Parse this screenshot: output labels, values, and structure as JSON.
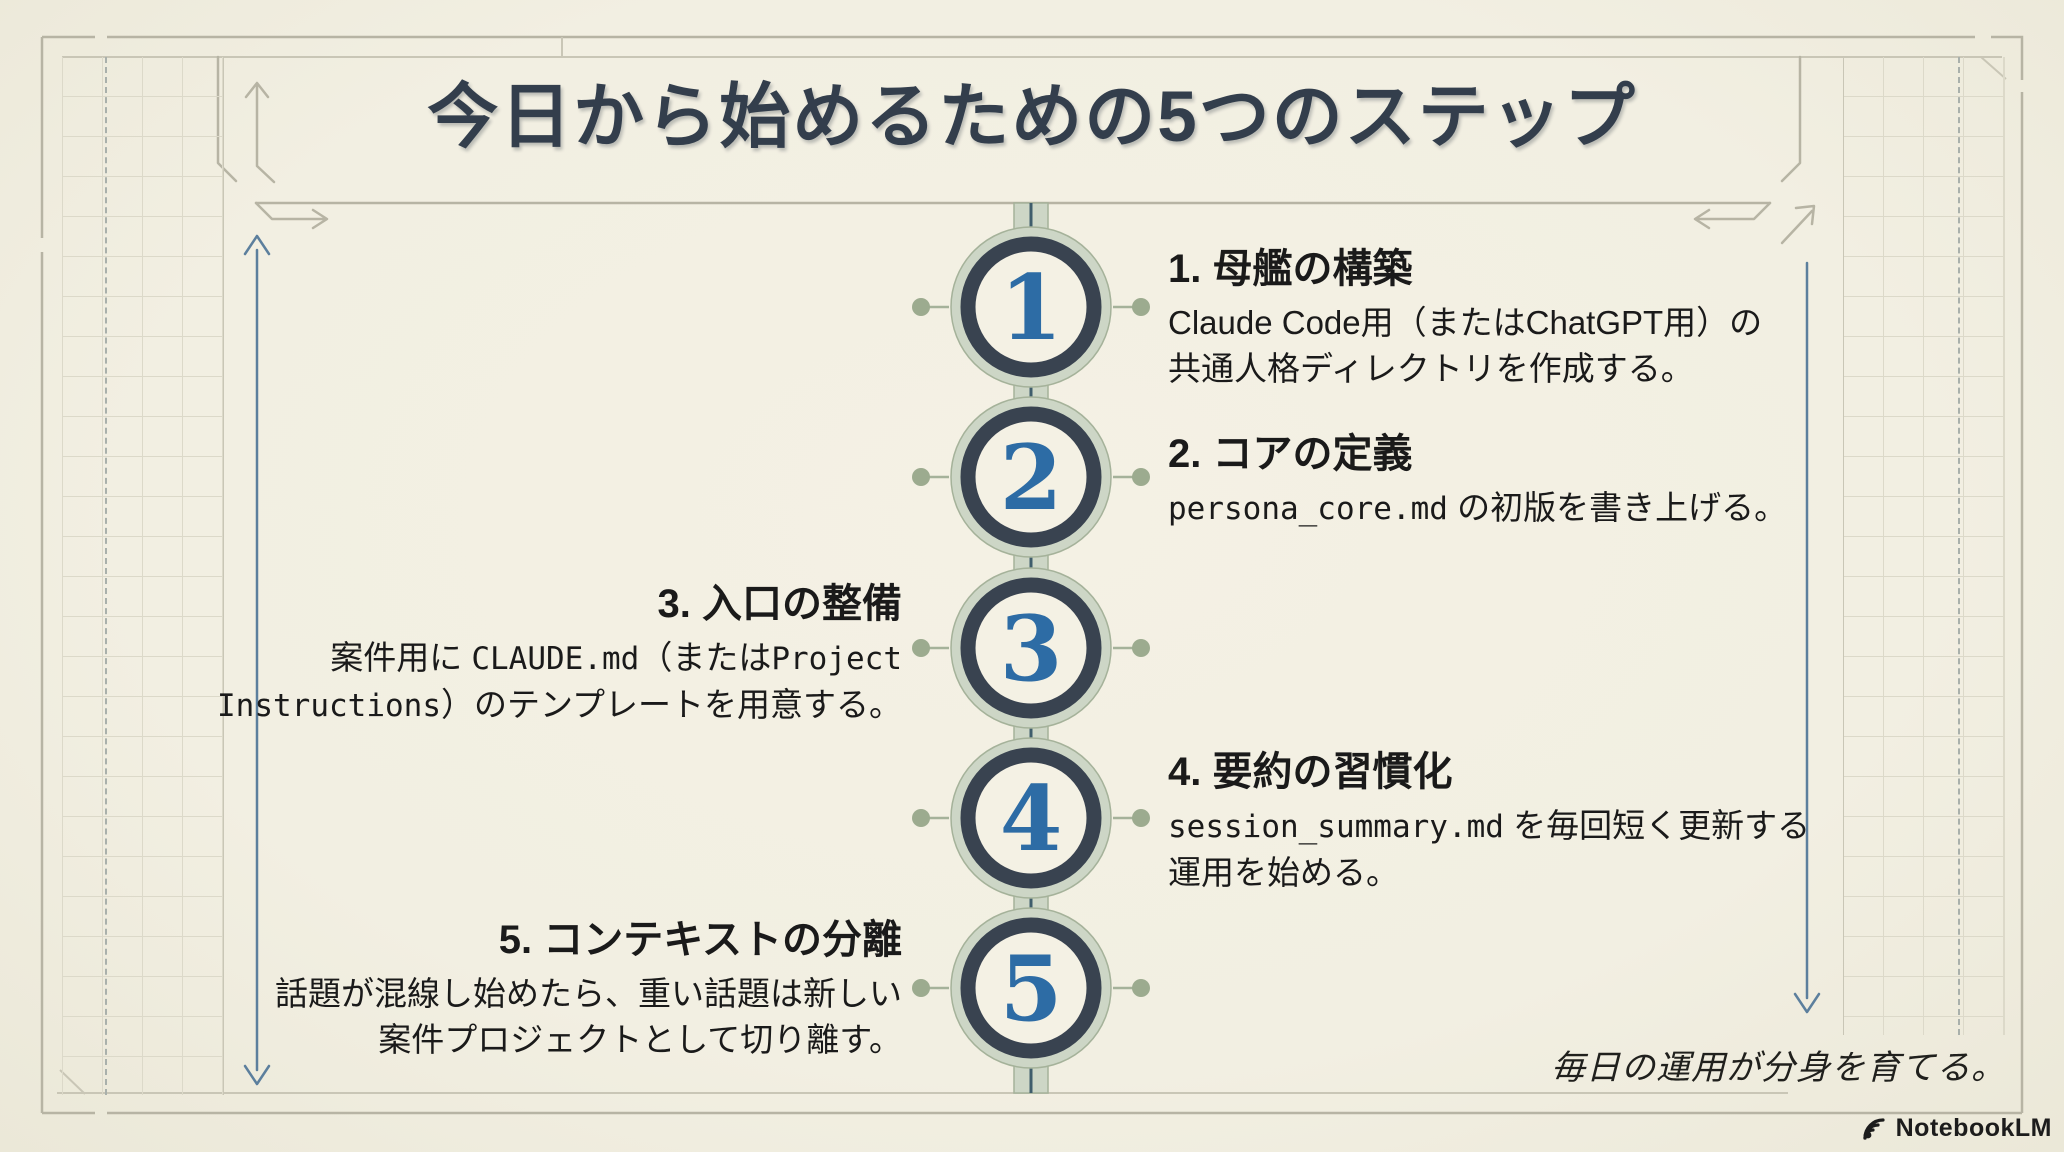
{
  "title": "今日から始めるための5つのステップ",
  "timeline": {
    "steps": [
      {
        "num": "1",
        "title": "1. 母艦の構築",
        "side": "right",
        "lines": [
          [
            {
              "text": "Claude Code用（またはChatGPT用）の",
              "mono": false
            }
          ],
          [
            {
              "text": "共通人格ディレクトリを作成する。",
              "mono": false
            }
          ]
        ]
      },
      {
        "num": "2",
        "title": "2. コアの定義",
        "side": "right",
        "lines": [
          [
            {
              "text": "persona_core.md",
              "mono": true
            },
            {
              "text": " の初版を書き上げる。",
              "mono": false
            }
          ]
        ]
      },
      {
        "num": "3",
        "title": "3. 入口の整備",
        "side": "left",
        "lines": [
          [
            {
              "text": "案件用に ",
              "mono": false
            },
            {
              "text": "CLAUDE.md",
              "mono": true
            },
            {
              "text": "（または",
              "mono": false
            },
            {
              "text": "Project",
              "mono": true
            }
          ],
          [
            {
              "text": "Instructions",
              "mono": true
            },
            {
              "text": "）のテンプレートを用意する。",
              "mono": false
            }
          ]
        ]
      },
      {
        "num": "4",
        "title": "4. 要約の習慣化",
        "side": "right",
        "lines": [
          [
            {
              "text": "session_summary.md",
              "mono": true
            },
            {
              "text": " を毎回短く更新する",
              "mono": false
            }
          ],
          [
            {
              "text": "運用を始める。",
              "mono": false
            }
          ]
        ]
      },
      {
        "num": "5",
        "title": "5. コンテキストの分離",
        "side": "left",
        "lines": [
          [
            {
              "text": "話題が混線し始めたら、重い話題は新しい",
              "mono": false
            }
          ],
          [
            {
              "text": "案件プロジェクトとして切り離す。",
              "mono": false
            }
          ]
        ]
      }
    ]
  },
  "footer": {
    "tagline": "毎日の運用が分身を育てる。",
    "brand": "NotebookLM"
  },
  "colors": {
    "bg": "#f2efe2",
    "panel": "#f4f1e4",
    "title": "#333e4c",
    "ink": "#1a1a1a",
    "number": "#2d6ca5",
    "ring": "#394350",
    "sage": "#cdd6c6",
    "sage-edge": "#a5b29a",
    "dot": "#9cab8f",
    "core": "#3f5d6c",
    "blue-arrow": "#5c7f9d",
    "frame": "#b7b4a4",
    "frame-light": "#c9c6b6",
    "grid": "#dcd9c9",
    "dash": "#a9b0ab"
  }
}
